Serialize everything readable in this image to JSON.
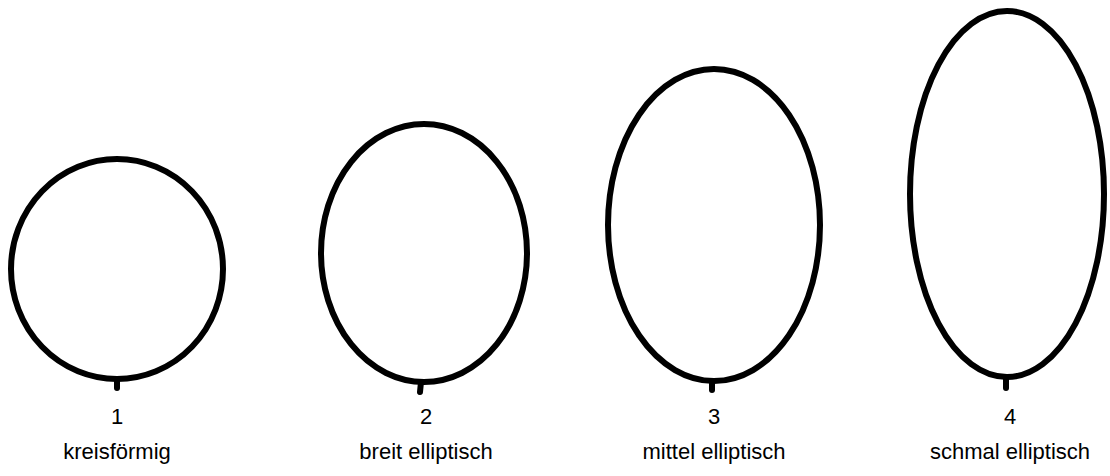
{
  "diagram": {
    "labels": [
      "1",
      "kreisförmig",
      "2",
      "breit elliptisch",
      "3",
      "mittel elliptisch",
      "4",
      "schmal elliptisch"
    ]
  }
}
